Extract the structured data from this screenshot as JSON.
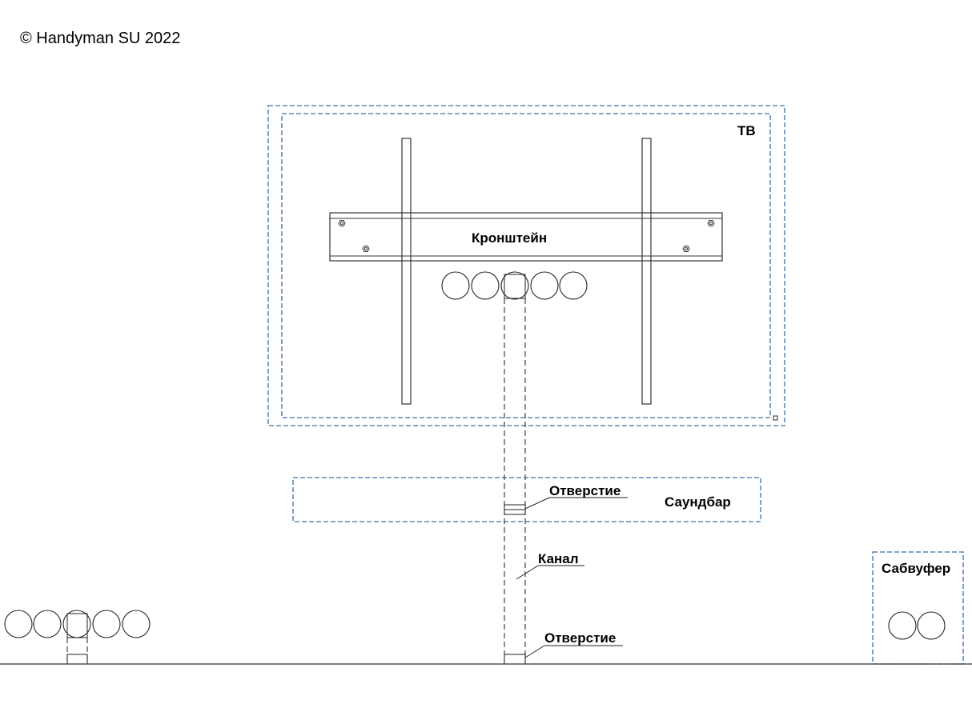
{
  "copyright": "© Handyman SU 2022",
  "labels": {
    "tv": "ТВ",
    "bracket": "Кронштейн",
    "soundbar": "Саундбар",
    "hole_top": "Отверстие",
    "channel": "Канал",
    "hole_bottom": "Отверстие",
    "subwoofer": "Сабвуфер"
  },
  "colors": {
    "tv_fill": "#c9deef",
    "soundbar_fill": "#f3c6c6",
    "subwoofer_fill": "#f3c6c6",
    "outline_dash": "#3a6ea8",
    "line": "#333333"
  }
}
